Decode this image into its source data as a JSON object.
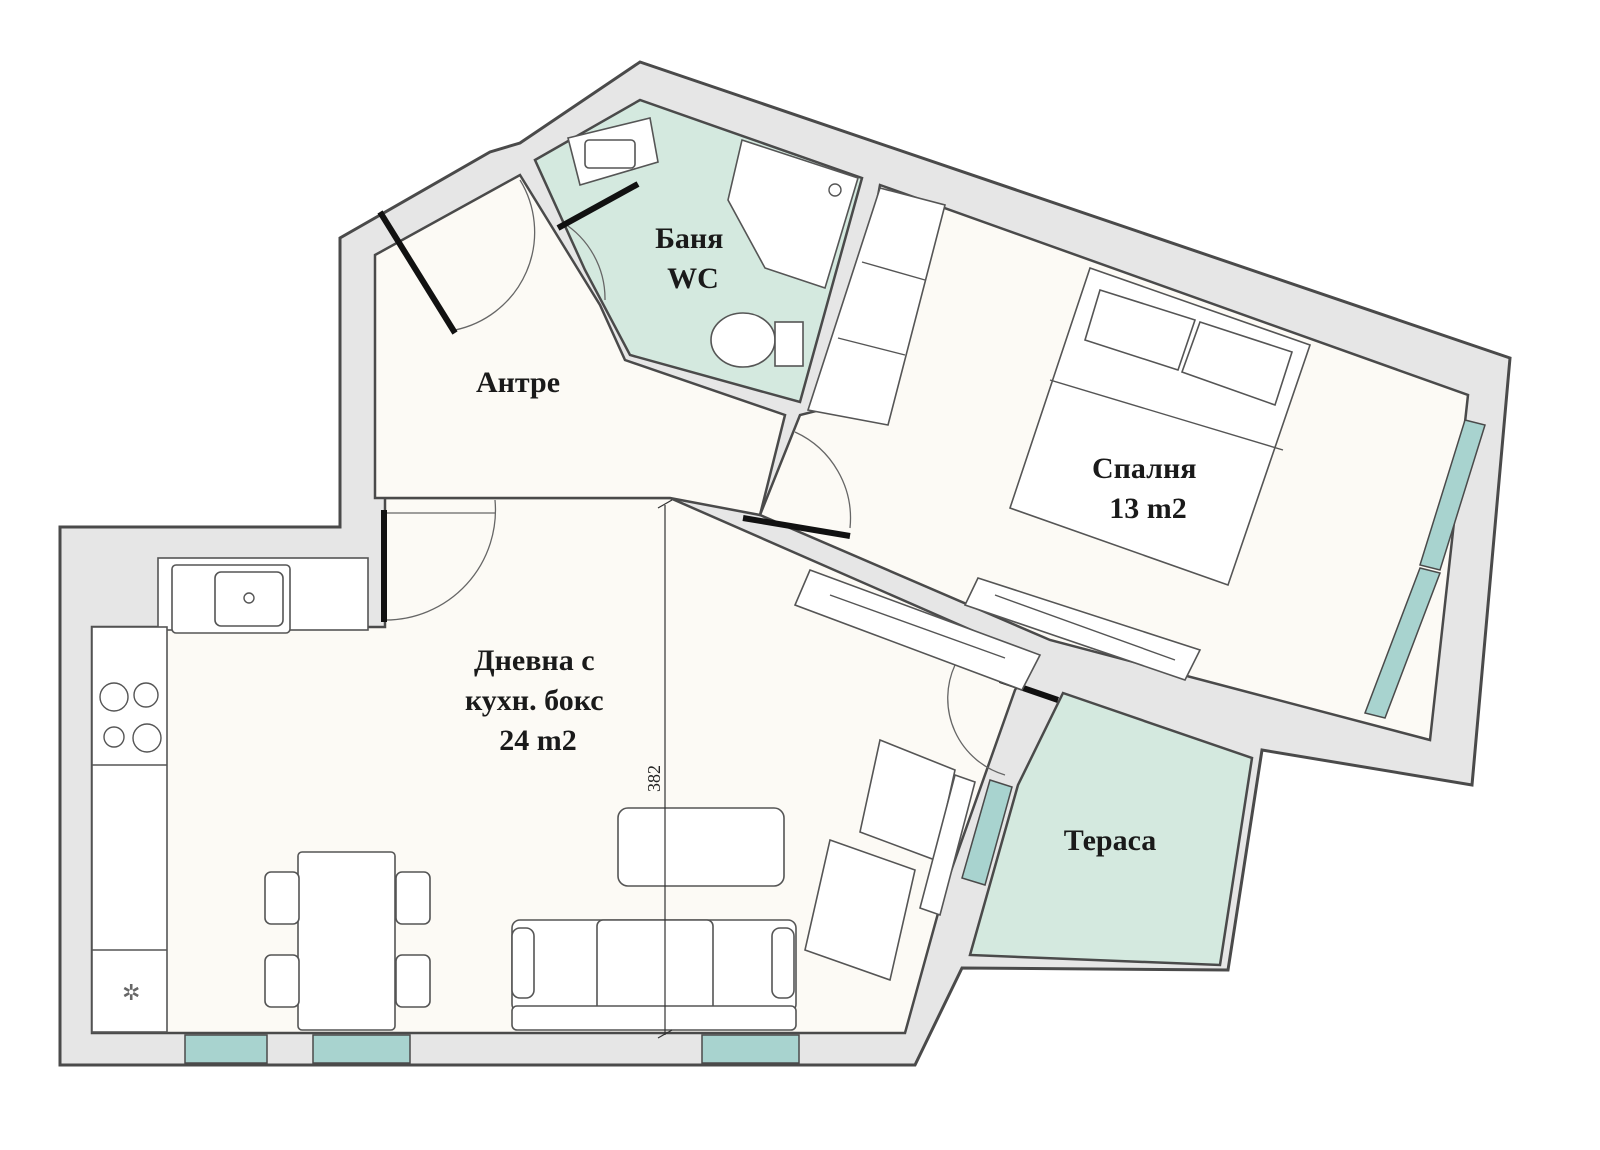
{
  "plan": {
    "rooms": [
      {
        "id": "antre",
        "lines": [
          "Антре"
        ]
      },
      {
        "id": "bath",
        "lines": [
          "Баня",
          "WC"
        ]
      },
      {
        "id": "bedroom",
        "lines": [
          "Спалня",
          "13 m2"
        ]
      },
      {
        "id": "living",
        "lines": [
          "Дневна с",
          "кухн. бокс",
          "24 m2"
        ]
      },
      {
        "id": "terrace",
        "lines": [
          "Тераса"
        ]
      }
    ],
    "dimension": "382"
  },
  "colors": {
    "wall": "#e6e6e6",
    "floor": "#fcfaf5",
    "wet_area": "#d4e9df",
    "window": "#a8d3cf"
  }
}
